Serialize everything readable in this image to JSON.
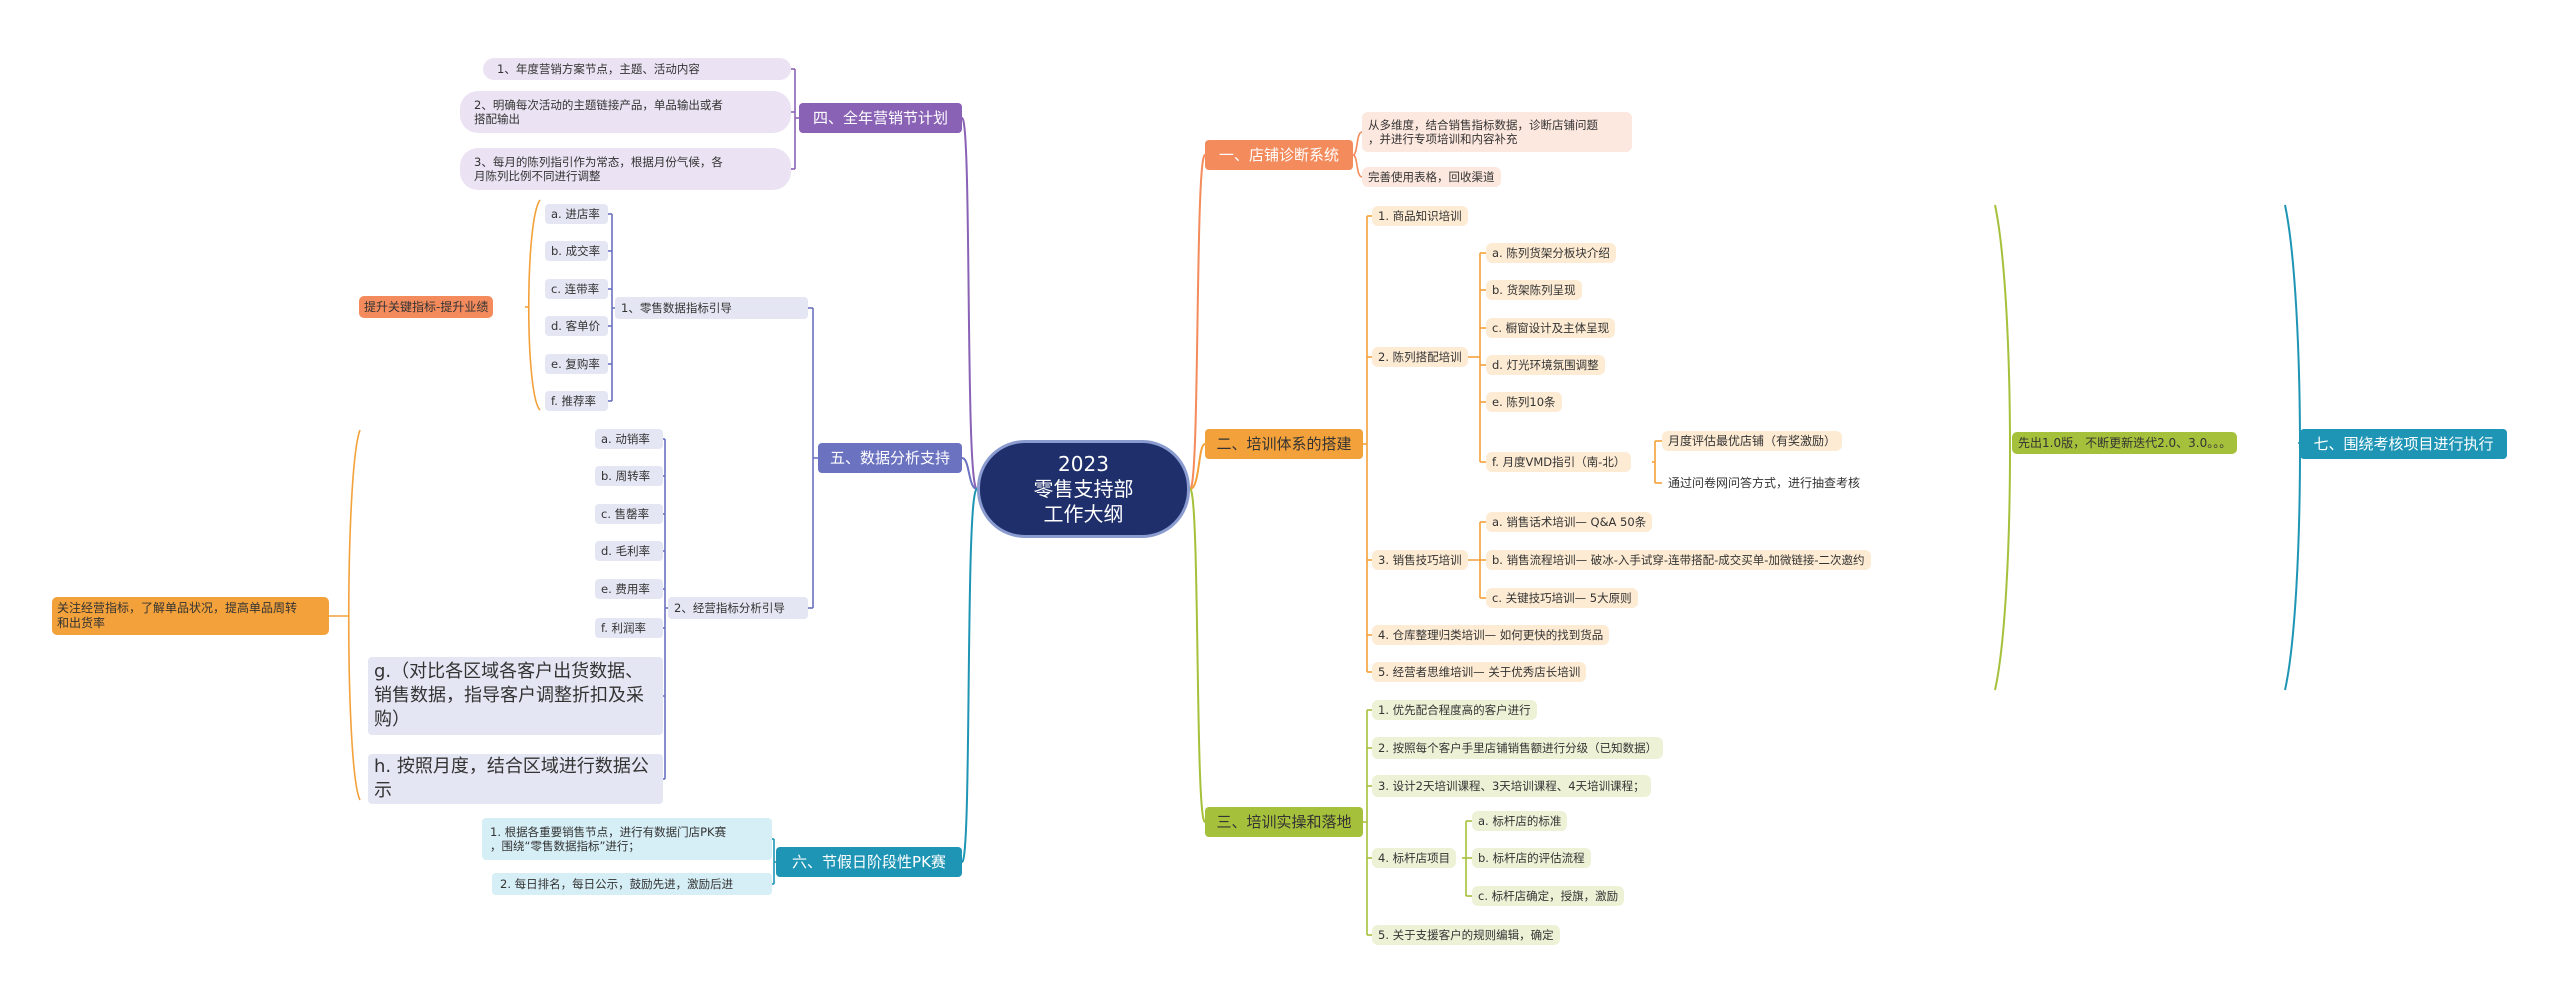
{
  "center": {
    "line1": "2023",
    "line2": "零售支持部",
    "line3": "工作大纲"
  },
  "colors": {
    "center": "#1f2f6b",
    "orange": "#f38b5c",
    "amber": "#f3a13a",
    "olive": "#a5c03a",
    "teal": "#1f95b5",
    "purple": "#8a62b5",
    "slate": "#6b72c0"
  },
  "right": {
    "b1": {
      "title": "一、店铺诊断系统",
      "items": [
        "从多维度，结合销售指标数据，诊断店铺问题\n，并进行专项培训和内容补充",
        "完善使用表格，回收渠道"
      ]
    },
    "b2": {
      "title": "二、培训体系的搭建",
      "s1": "1. 商品知识培训",
      "s2": "2. 陈列搭配培训",
      "s2_items": [
        "a. 陈列货架分板块介绍",
        "b. 货架陈列呈现",
        "c. 橱窗设计及主体呈现",
        "d. 灯光环境氛围调整",
        "e. 陈列10条",
        "f. 月度VMD指引（南-北）"
      ],
      "vmd": [
        "月度评估最优店铺（有奖激励）",
        "通过问卷网问答方式，进行抽查考核"
      ],
      "s3": "3. 销售技巧培训",
      "s3_items": [
        "a. 销售话术培训— Q&A 50条",
        "b. 销售流程培训— 破冰-入手试穿-连带搭配-成交买单-加微链接-二次邀约",
        "c. 关键技巧培训— 5大原则"
      ],
      "s4": "4. 仓库整理归类培训— 如何更快的找到货品",
      "s5": "5. 经营者思维培训— 关于优秀店长培训"
    },
    "b3": {
      "title": "三、培训实操和落地",
      "items": [
        "1. 优先配合程度高的客户进行",
        "2. 按照每个客户手里店铺销售额进行分级（已知数据）",
        "3. 设计2天培训课程、3天培训课程、4天培训课程；",
        "4. 标杆店项目",
        "5. 关于支援客户的规则编辑，确定"
      ],
      "s4_items": [
        "a. 标杆店的标准",
        "b. 标杆店的评估流程",
        "c. 标杆店确定，授旗，激励"
      ]
    },
    "b7": {
      "title": "七、围绕考核项目进行执行",
      "note": "先出1.0版，不断更新迭代2.0、3.0。。。"
    }
  },
  "left": {
    "b4": {
      "title": "四、全年营销节计划",
      "items": [
        "1、年度营销方案节点，主题、活动内容",
        "2、明确每次活动的主题链接产品，单品输出或者\n搭配输出",
        "3、每月的陈列指引作为常态，根据月份气候，各\n月陈列比例不同进行调整"
      ]
    },
    "b5": {
      "title": "五、数据分析支持",
      "s1": "1、零售数据指标引导",
      "s1_items": [
        "a. 进店率",
        "b. 成交率",
        "c. 连带率",
        "d. 客单价",
        "e. 复购率",
        "f. 推荐率"
      ],
      "s1_note": "提升关键指标-提升业绩",
      "s2": "2、经营指标分析引导",
      "s2_items": [
        "a. 动销率",
        "b. 周转率",
        "c. 售罄率",
        "d. 毛利率",
        "e. 费用率",
        "f. 利润率"
      ],
      "s2_g": "g.（对比各区域各客户出货数据、销售数据，指导客户调整折扣及采购）",
      "s2_h": "h. 按照月度，结合区域进行数据公示",
      "s2_note": "关注经营指标，了解单品状况，提高单品周转\n和出货率"
    },
    "b6": {
      "title": "六、节假日阶段性PK赛",
      "items": [
        "1. 根据各重要销售节点，进行有数据门店PK赛\n，围绕“零售数据指标”进行；",
        "2. 每日排名，每日公示，鼓励先进，激励后进"
      ]
    }
  }
}
